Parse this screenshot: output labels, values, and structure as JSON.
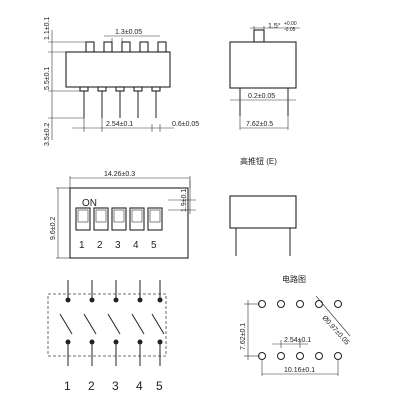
{
  "labels": {
    "dim_pitch_top": "1.3±0.05",
    "dim_left_top": "1.1±0.1",
    "dim_left_body": "5.5±0.1",
    "dim_left_pin": "3.5±0.2",
    "dim_bottom_pitch": "2.54±0.1",
    "dim_bottom_pin": "0.6±0.05",
    "dim_side_top": "1.5°",
    "dim_side_top_sup": "+0.00",
    "dim_side_top_sub": "-0.05",
    "dim_side_thick": "0.2±0.05",
    "dim_side_width": "7.62±0.5",
    "model_e": "高推钮 (E)",
    "dim_top_width": "14.26±0.3",
    "dim_top_height": "9.6±0.2",
    "dim_top_small": "1.9±0.1",
    "on_label": "ON",
    "switch_nums": [
      "1",
      "2",
      "3",
      "4",
      "5"
    ],
    "circuit_title": "电路图",
    "dim_pcb_vertical": "7.62±0.1",
    "dim_pcb_hole": "Ø0.97±0.05",
    "dim_pcb_pitch": "2.54±0.1",
    "dim_pcb_total": "10.16±0.1",
    "circuit_nums": [
      "1",
      "2",
      "3",
      "4",
      "5"
    ]
  }
}
